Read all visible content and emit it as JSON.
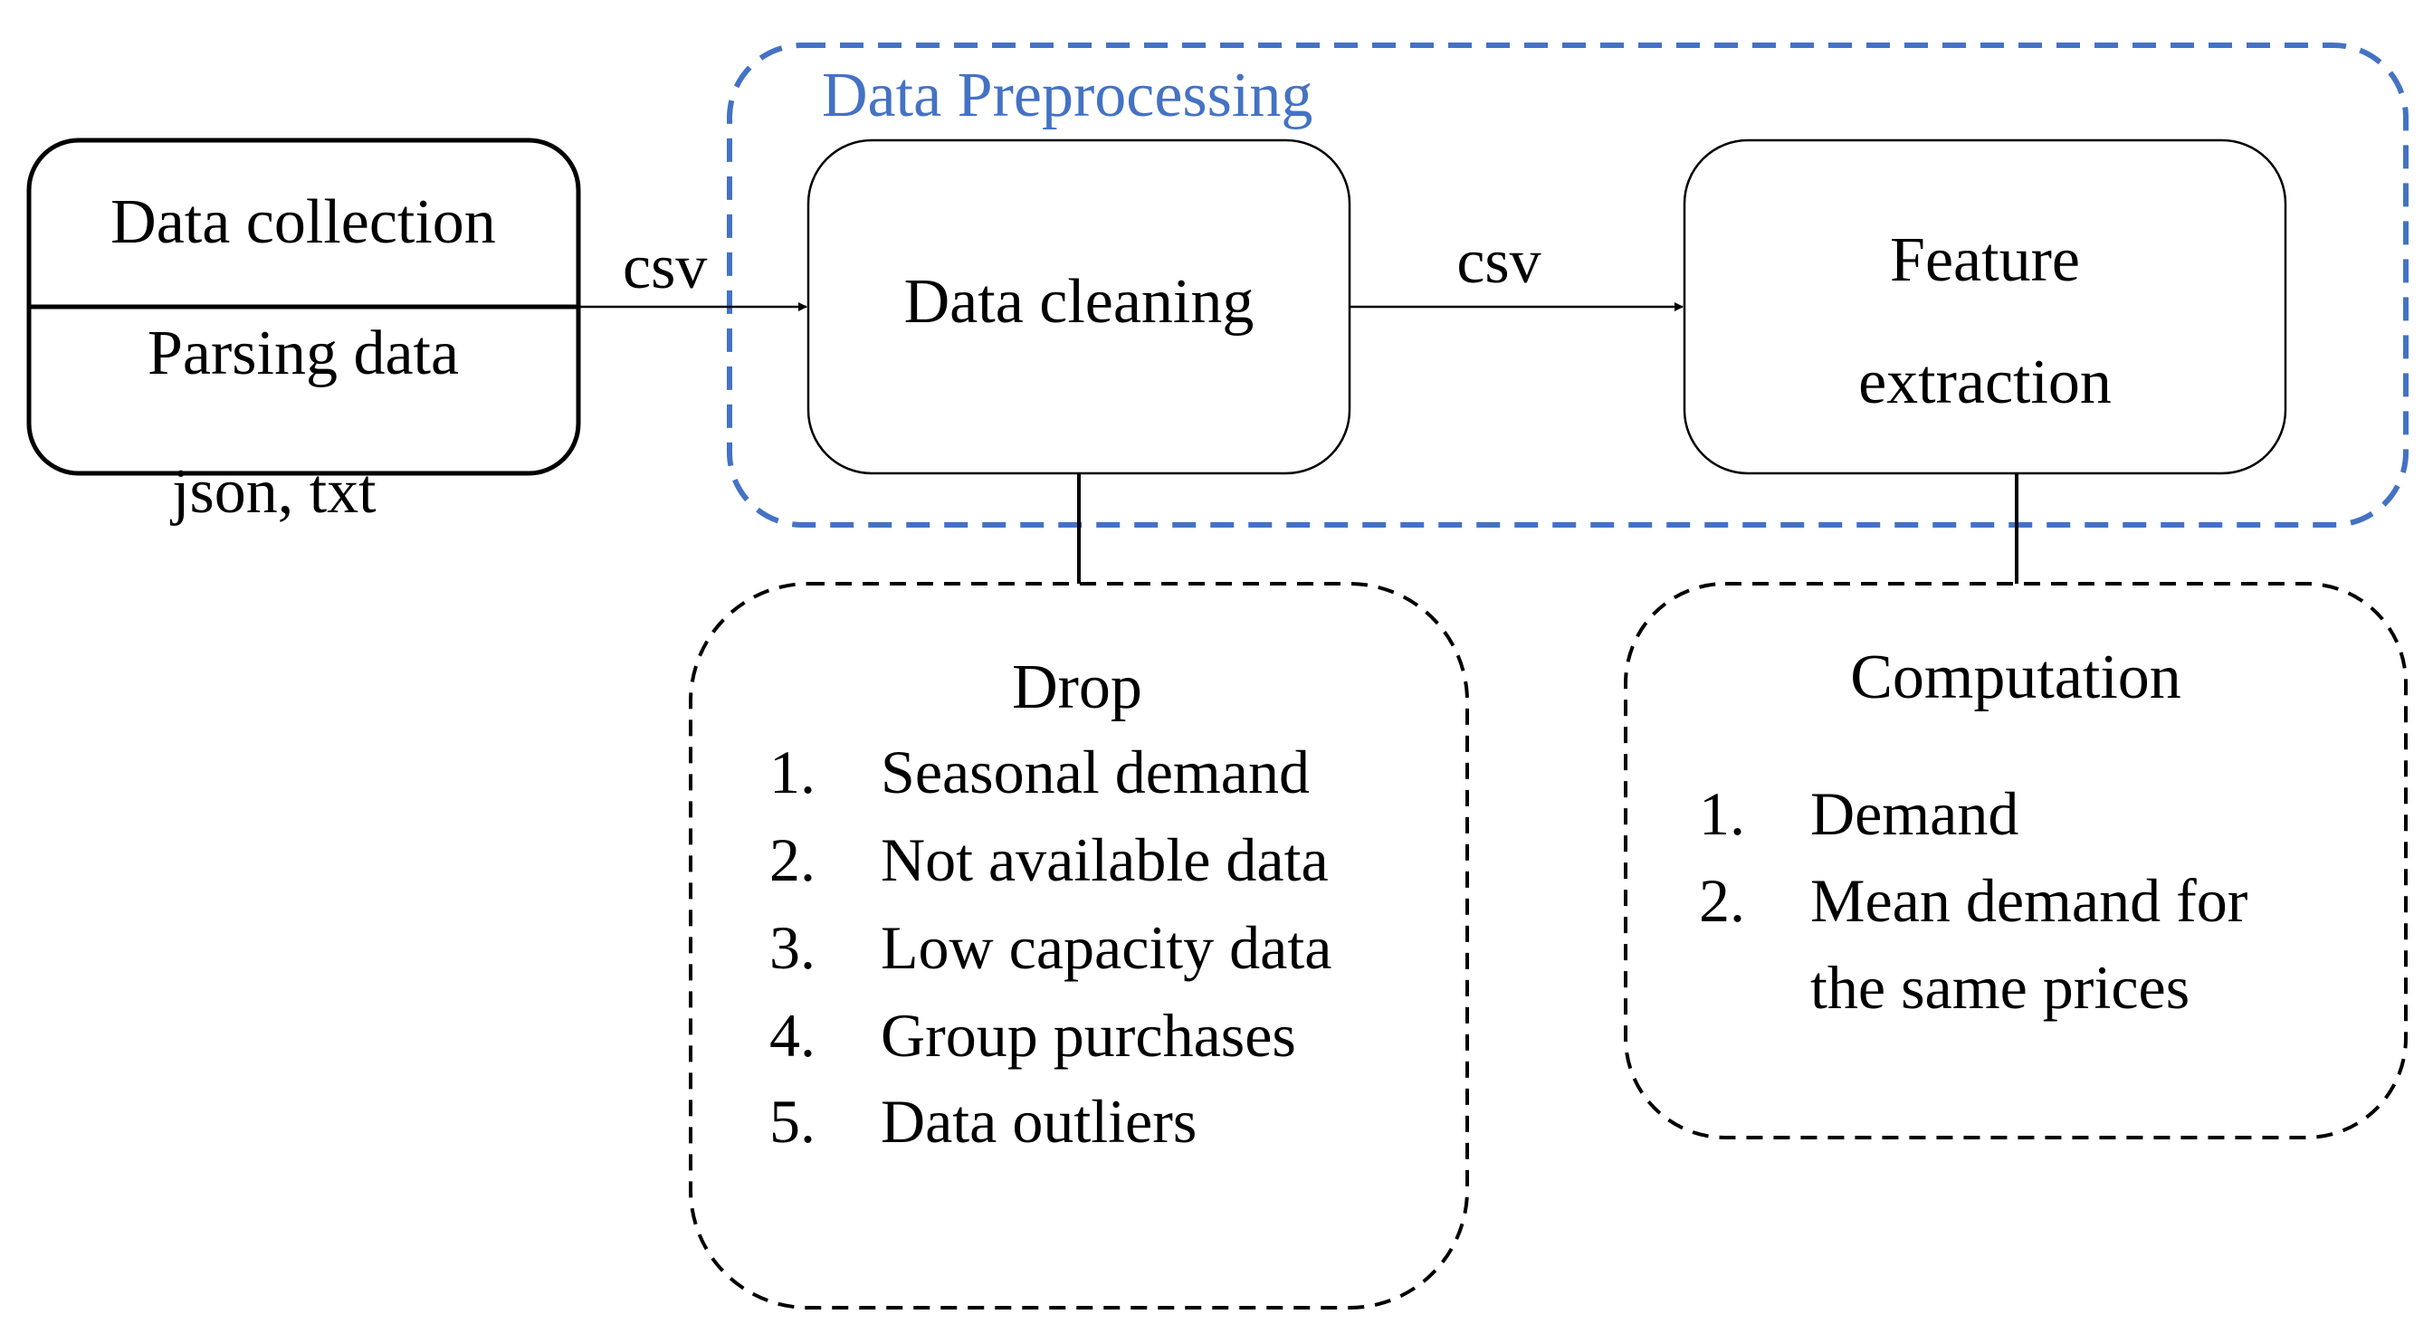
{
  "colors": {
    "stroke": "#000000",
    "preprocessing_border": "#4472C4",
    "background": "#ffffff"
  },
  "collection_box": {
    "top_label": "Data collection",
    "bottom_label": "Parsing data",
    "format_note": "json, txt"
  },
  "edge_labels": {
    "to_cleaning": "csv",
    "to_extraction": "csv"
  },
  "preprocessing": {
    "title": "Data Preprocessing",
    "cleaning_label": "Data cleaning",
    "extraction_line1": "Feature",
    "extraction_line2": "extraction"
  },
  "drop_box": {
    "title": "Drop",
    "items": [
      {
        "num": "1.",
        "text": "Seasonal demand"
      },
      {
        "num": "2.",
        "text": "Not available data"
      },
      {
        "num": "3.",
        "text": "Low capacity data"
      },
      {
        "num": "4.",
        "text": "Group purchases"
      },
      {
        "num": "5.",
        "text": "Data outliers"
      }
    ]
  },
  "computation_box": {
    "title": "Computation",
    "item1_num": "1.",
    "item1_text": "Demand",
    "item2_num": "2.",
    "item2_line1": "Mean demand for",
    "item2_line2": "the same prices"
  }
}
